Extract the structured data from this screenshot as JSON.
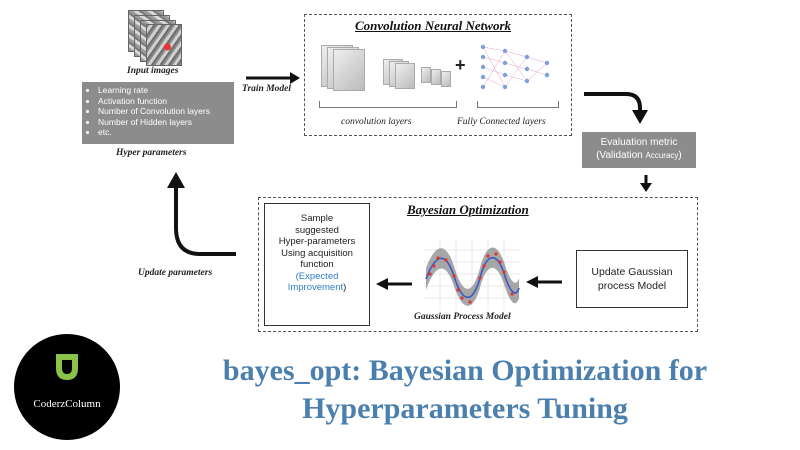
{
  "input_images": {
    "caption": "Input images"
  },
  "hyper_parameters": {
    "items": [
      "Learning rate",
      "Activation function",
      "Number of Convolution layers",
      "Number of Hidden layers",
      "etc."
    ],
    "caption": "Hyper parameters"
  },
  "train_model_label": "Train Model",
  "cnn": {
    "title": "Convolution Neural Network",
    "conv_caption": "convolution layers",
    "fc_caption": "Fully Connected layers",
    "plus": "+"
  },
  "evaluation": {
    "line1": "Evaluation metric",
    "line2_main": "(Validation ",
    "line2_small": "Accuracy",
    "line2_end": ")"
  },
  "bayesian": {
    "title": "Bayesian Optimization",
    "sample_lines": [
      "Sample",
      "suggested",
      "Hyper-parameters",
      "Using acquisition",
      "function"
    ],
    "sample_blue": [
      "(Expected",
      "Improvement"
    ],
    "sample_close": ")",
    "gp_caption": "Gaussian Process Model",
    "update_gp_lines": [
      "Update Gaussian",
      "process Model"
    ]
  },
  "update_parameters_label": "Update parameters",
  "logo": {
    "text": "CoderzColumn"
  },
  "title_lines": [
    "bayes_opt: Bayesian Optimization for",
    "Hyperparameters Tuning"
  ],
  "colors": {
    "title": "#4a7fae",
    "box_gray": "#8c8c8c",
    "logo_green": "#8bc34a",
    "expected_blue": "#2e7fc4"
  }
}
